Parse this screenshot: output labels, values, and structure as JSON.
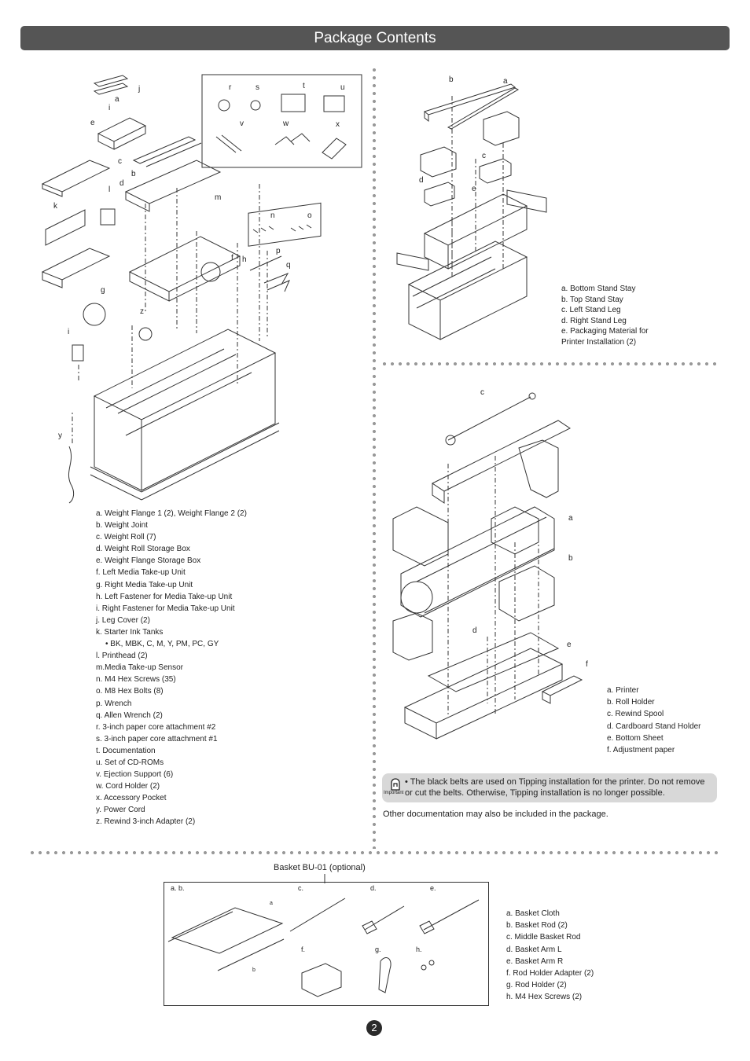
{
  "title": "Package Contents",
  "main_list": [
    "a. Weight Flange 1 (2), Weight Flange 2 (2)",
    "b. Weight Joint",
    "c. Weight Roll (7)",
    "d. Weight Roll Storage Box",
    "e. Weight Flange Storage Box",
    "f.  Left Media Take-up Unit",
    "g. Right Media Take-up Unit",
    "h. Left Fastener for Media Take-up Unit",
    "i.  Right Fastener for Media Take-up Unit",
    "j.  Leg Cover (2)",
    "k. Starter Ink Tanks",
    "   • BK,  MBK, C, M, Y, PM, PC, GY",
    "l.  Printhead (2)",
    "m.Media Take-up Sensor",
    "n. M4 Hex Screws (35)",
    "o. M8 Hex Bolts (8)",
    "p. Wrench",
    "q. Allen Wrench (2)",
    "r.  3-inch paper core attachment #2",
    "s.  3-inch paper core attachment #1",
    "t.  Documentation",
    "u. Set of CD-ROMs",
    "v. Ejection Support (6)",
    "w. Cord Holder (2)",
    "x. Accessory Pocket",
    "y. Power Cord",
    "z. Rewind 3-inch Adapter (2)"
  ],
  "stand_list": [
    "a. Bottom Stand Stay",
    "b. Top Stand Stay",
    "c. Left Stand Leg",
    "d. Right Stand Leg",
    "e. Packaging Material for",
    "    Printer Installation (2)"
  ],
  "printer_list": [
    "a. Printer",
    "b. Roll Holder",
    "c. Rewind Spool",
    "d. Cardboard Stand Holder",
    "e. Bottom Sheet",
    "f.  Adjustment paper"
  ],
  "important": {
    "label": "Important",
    "text": "• The black belts are used on Tipping installation for the printer. Do not remove or cut the belts. Otherwise, Tipping installation is no longer possible."
  },
  "other_note": "Other documentation may also be included in the package.",
  "basket": {
    "title": "Basket BU-01 (optional)",
    "list": [
      "a. Basket Cloth",
      "b. Basket Rod (2)",
      "c. Middle Basket Rod",
      "d. Basket Arm L",
      "e. Basket Arm R",
      "f.  Rod Holder Adapter (2)",
      "g. Rod Holder (2)",
      "h. M4 Hex Screws (2)"
    ],
    "callouts": [
      "a.",
      "b.",
      "c.",
      "d.",
      "e.",
      "f.",
      "g.",
      "h.",
      "a",
      "b"
    ]
  },
  "diagram_callouts_left": [
    "j",
    "a",
    "i",
    "e",
    "c",
    "b",
    "d",
    "l",
    "m",
    "k",
    "g",
    "z",
    "i",
    "y",
    "r",
    "s",
    "t",
    "u",
    "v",
    "w",
    "x",
    "n",
    "o",
    "f",
    "h",
    "p",
    "q"
  ],
  "diagram_callouts_stand": [
    "b",
    "a",
    "c",
    "d",
    "e"
  ],
  "diagram_callouts_printer": [
    "c",
    "a",
    "b",
    "d",
    "e",
    "f"
  ],
  "page_number": "2"
}
